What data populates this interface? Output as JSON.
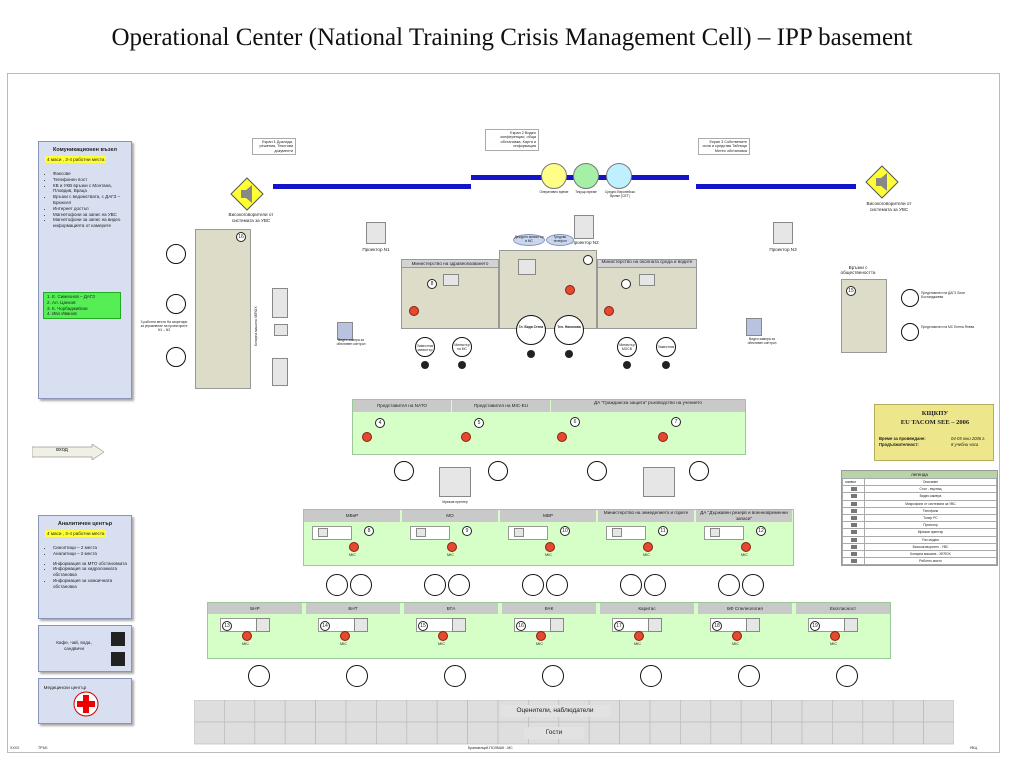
{
  "title": "Operational Center (National Training Crisis Management Cell) – IPP basement",
  "comm_panel": {
    "title": "Комуникационен възел",
    "badge": "4 маси , 3-4 работни места",
    "items": [
      "Факсове",
      "Телефонен пост",
      "КВ и УКВ връзки с Монтана, Пловдив, Враца",
      "Връзки с ведомствата, с ДАГЗ – Брюксел",
      "Интернет достъп",
      "Магнетофони за запис на УВС",
      "Магнетофони за запис на видео информацията от камерите"
    ],
    "people": [
      "1. Е. Симеонов – ДАГЗ",
      "2. Ал. Цанков",
      "3. К. Чорбаджийски",
      "4. Иво Иванов"
    ]
  },
  "analytic_panel": {
    "title": "Аналитичен център",
    "badge": "4 маси , 3-4 работни места",
    "items": [
      "Синоптици – 2 места",
      "Аналитици – 2 места"
    ],
    "items2": [
      "Информация за МТО обстановката",
      "Информация за хидроложката обстановка",
      "Информация за хомоичната обстановка"
    ]
  },
  "coffee_panel": {
    "text": "Кафе, чай, вода, сандвичи"
  },
  "medical_panel": {
    "text": "Медицински център"
  },
  "entrance": "вход",
  "speakers": {
    "left": "Високоговорители от системата за УВС",
    "right": "Високоговорители от системата за УВС"
  },
  "screens": [
    {
      "text": "Екран 1 Доклади, решения, Текстови документи"
    },
    {
      "text": "Екран 2 Видео конференции, обща обстановка, Карта и информация"
    },
    {
      "text": "Екран 3 Собствените сили и средства Таблици Метео обстановка"
    }
  ],
  "clocks": [
    "Оперативно време",
    "Текущо време",
    "Средно Европейско Време (CET)"
  ],
  "projectors": [
    "Проектор N1",
    "Проектор N2",
    "Проектор N3"
  ],
  "cameras": {
    "left": "Видео камера за обективен контрол",
    "right": "Видео камера за обективен контрол"
  },
  "top_depts": {
    "health": "Министерство на здравеопазването",
    "env": "Министерство на околната среда и водите"
  },
  "top_seats": [
    "Заместник министър",
    "Министър на МС",
    "Гл. Вида Стена",
    "Тел. Николова",
    "Министър МОСВ",
    "Заместник"
  ],
  "bubbles": [
    "Дежурен министър в МС",
    "Гредово телефон"
  ],
  "press": {
    "title": "Връзки с обществеността",
    "p1": "Представител на ДАГЗ Лили Бостанджиева",
    "p2": "Представител на МС Елена Янева"
  },
  "row2": [
    {
      "header": "Представител на NATO",
      "num": "4"
    },
    {
      "header": "Представител на MIC-EU",
      "num": "5"
    },
    {
      "header": "ДА \"Гражданска защита\" ръководство на учението",
      "num": "6",
      "num2": "7"
    }
  ],
  "exercise": {
    "title": "КЩКПУ",
    "subtitle": "EU TACOM SEE – 2006",
    "time_label": "Време за провеждане:",
    "time_value": "04-05 юни 2006 г.",
    "duration_label": "Продължителност:",
    "duration_value": "8 учебни часа"
  },
  "legend": {
    "title": "легенда",
    "col1": "символ",
    "col2": "Описание",
    "rows": [
      "Стол - въртящ",
      "Видео камера",
      "Микрофони от системата за УВС",
      "Телефони",
      "Тонер PC",
      "Проектор",
      "Мрежов принтер",
      "Fax модем",
      "Високоговорител - УВС",
      "Копирна машина - XEROX",
      "Работно място"
    ]
  },
  "row3": [
    {
      "header": "МВнР",
      "num": "8"
    },
    {
      "header": "МО",
      "num": "9"
    },
    {
      "header": "МВР",
      "num": "10"
    },
    {
      "header": "Министерство на земеделието и горите",
      "num": "11"
    },
    {
      "header": "ДА \"Държавен резерв и военновременни запаси\"",
      "num": "12"
    }
  ],
  "row4": [
    {
      "header": "БНР",
      "num": "13"
    },
    {
      "header": "БНТ",
      "num": "14"
    },
    {
      "header": "БТА",
      "num": "15"
    },
    {
      "header": "БЧК",
      "num": "16"
    },
    {
      "header": "Каритас",
      "num": "17"
    },
    {
      "header": "БФ Спелеология",
      "num": "18"
    },
    {
      "header": "Екогласност",
      "num": "19"
    }
  ],
  "mic_label": "MIC",
  "printer_label": "Мрежов принтер",
  "left_note": "3 работни места На секретари за управление на проекторите N1 – N3",
  "copier_label": "Копирна машина XEROX",
  "observers": "Оценители, наблюдатели",
  "guests": "Гости",
  "station_num": "16",
  "press_num": "15",
  "footer": {
    "left": "ХХХХ",
    "left2": "ТРЪБ",
    "center": "Бранмелций ГЮЛМАК - МС",
    "right": "ЯКЦ"
  }
}
